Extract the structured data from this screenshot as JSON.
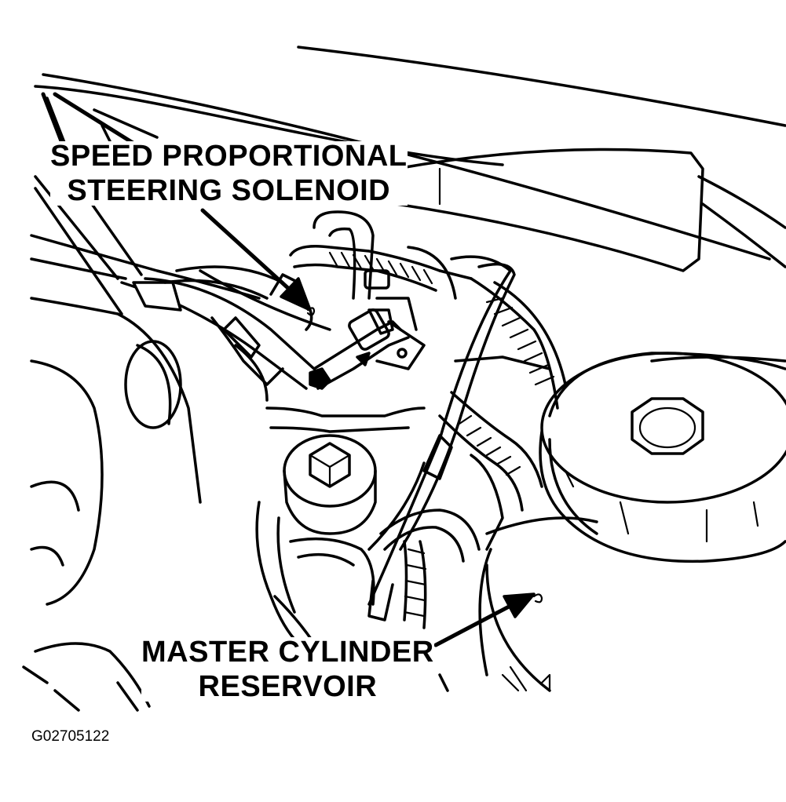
{
  "callouts": {
    "solenoid": {
      "line1": "SPEED PROPORTIONAL",
      "line2": "STEERING SOLENOID"
    },
    "reservoir": {
      "line1": "MASTER CYLINDER",
      "line2": "RESERVOIR"
    }
  },
  "figure_code": "G02705122",
  "colors": {
    "ink": "#000000",
    "paper": "#ffffff"
  }
}
